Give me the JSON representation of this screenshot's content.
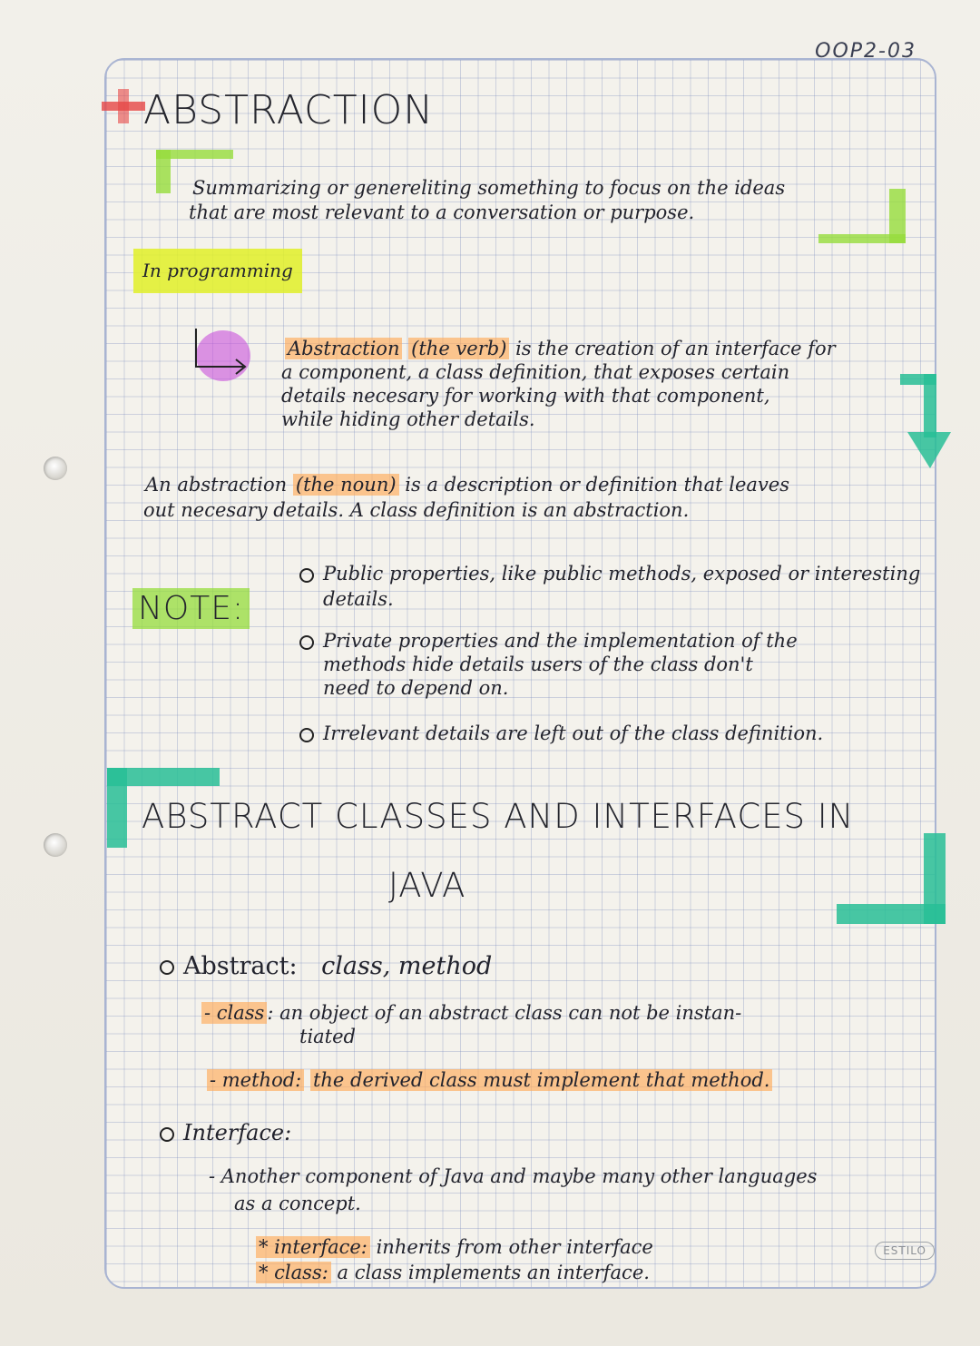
{
  "page_code": "OOP2-03",
  "title": "ABSTRACTION",
  "definition": {
    "line1": "Summarizing or genereliting something to focus on the ideas",
    "line2": "that are most relevant to a conversation or purpose."
  },
  "in_programming": {
    "label": "In programming",
    "line1_term": "Abstraction",
    "line1_note": "(the verb)",
    "line1_rest": "is the creation of an interface for",
    "line2": "a component, a class definition, that exposes certain",
    "line3": "details necesary for working with that component,",
    "line4": "while hiding other details."
  },
  "noun": {
    "line1_term": "An abstraction",
    "line1_note": "(the noun)",
    "line1_rest": "is a description or definition that leaves",
    "line2": "out necesary details. A class definition is an abstraction."
  },
  "note": {
    "label": "NOTE:",
    "items": [
      {
        "line1": "Public properties, like public methods, exposed or interesting",
        "line2": "details."
      },
      {
        "line1": "Private properties and the implementation of the",
        "line2": "methods hide details users of the class don't",
        "line3": "need to depend on."
      },
      {
        "line1": "Irrelevant details are left out of the class definition."
      }
    ]
  },
  "section2": {
    "title_line1": "ABSTRACT CLASSES AND INTERFACES IN",
    "title_line2": "JAVA",
    "abstract": {
      "label": "Abstract:",
      "value": "class, method",
      "class_term": "- class",
      "class_line1": ": an object of an abstract class can not be instan-",
      "class_line2": "tiated",
      "method_term": "- method:",
      "method_text": "the derived class must implement that method."
    },
    "interface": {
      "label": "Interface:",
      "line1": "- Another component of Java and maybe many other languages",
      "line2": "as a concept.",
      "item1_term": "* interface:",
      "item1_text": "inherits from other interface",
      "item2_term": "* class:",
      "item2_text": "a class implements an interface."
    }
  },
  "logo": "ESTILO",
  "colors": {
    "green": "#96dc3c",
    "yellow": "#e1f028",
    "pink": "#dc50dc",
    "orange": "#ffaa5a",
    "teal": "#28be96",
    "grid": "#a9b4d2"
  }
}
